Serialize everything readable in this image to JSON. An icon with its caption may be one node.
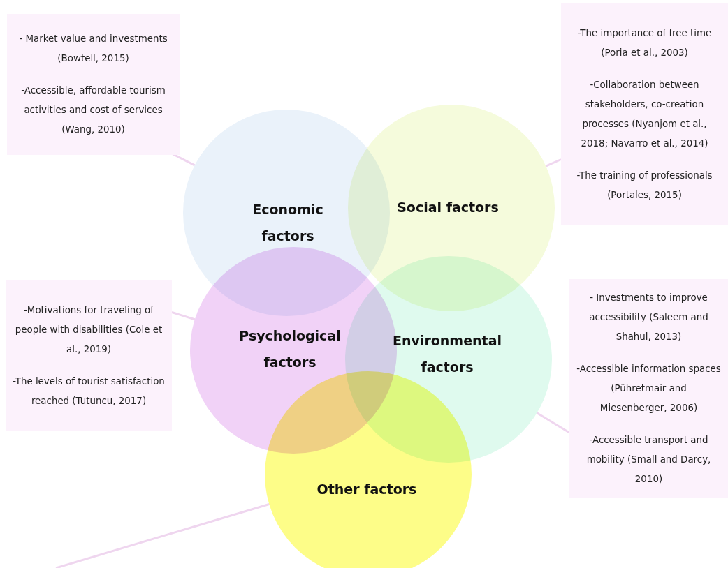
{
  "diagram": {
    "nodes": [
      {
        "text": [
          "Economic factors"
        ]
      },
      {
        "text": [
          "Social factors"
        ]
      },
      {
        "text": [
          "Psychological factors"
        ]
      },
      {
        "text": [
          "Environmental factors"
        ]
      },
      {
        "text": [
          "Other factors"
        ]
      },
      {
        "text": [
          "- Market value and investments (Bowtell, 2015)",
          "-Accessible, affordable tourism activities and cost of services (Wang, 2010)"
        ]
      },
      {
        "text": [
          "-The importance of free time (Poria et al., 2003)",
          "-Collaboration between stakeholders, co-creation processes (Nyanjom et al., 2018; Navarro et al., 2014)",
          "-The training of professionals (Portales, 2015)"
        ]
      },
      {
        "text": [
          "-Motivations for traveling of people with disabilities (Cole et al., 2019)",
          "-The levels of tourist satisfaction reached (Tutuncu, 2017)"
        ]
      },
      {
        "text": [
          "- Investments to improve accessibility (Saleem and Shahul, 2013)",
          "-Accessible information spaces (Pühretmair and Miesenberger, 2006)",
          "-Accessible transport and mobility (Small and Darcy, 2010)"
        ]
      }
    ],
    "edges": [
      {
        "from": 5,
        "to": 0,
        "arrow": "none"
      },
      {
        "from": 6,
        "to": 1,
        "arrow": "none"
      },
      {
        "from": 7,
        "to": 2,
        "arrow": "none"
      },
      {
        "from": 8,
        "to": 3,
        "arrow": "none"
      },
      {
        "from": null,
        "to": 4,
        "arrow": "none"
      }
    ]
  }
}
